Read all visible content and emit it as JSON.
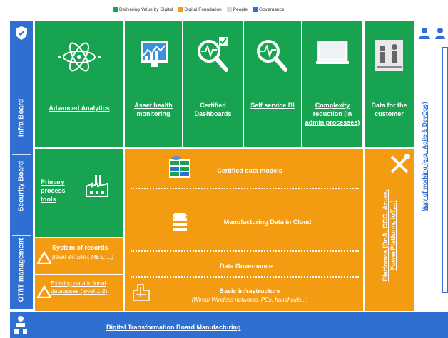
{
  "legend": [
    {
      "label": "Delivering Value by Digital",
      "color": "#17a34f"
    },
    {
      "label": "Digital Foundation",
      "color": "#f39c12"
    },
    {
      "label": "People",
      "color": "#d9d9d9"
    },
    {
      "label": "Governance",
      "color": "#2f6fd1"
    }
  ],
  "sidebar": {
    "infra": "Infra Board",
    "security": "Security Board",
    "otit": "OT/IT management"
  },
  "tiles": {
    "advanced_analytics": "Advanced Analytics",
    "asset_health": "Asset health monitoring",
    "certified_dashboards": "Certified Dashboards",
    "self_service": "Self service BI",
    "complexity": "Complexity reduction (in admin processes)",
    "data_customer": "Data for the customer",
    "primary_process": "Primary process tools",
    "certified_models": "Certified data models",
    "mfg_cloud": "Manufacturing Data in Cloud",
    "data_governance": "Data Governance",
    "basic_infra_title": "Basic infrastructure",
    "basic_infra_sub": "(Wired/ Wireless networks, PCs, handhelds...)",
    "system_records_title": "System of records",
    "system_records_sub": "(level 3+: ERP, MES, ...)",
    "existing_data": "Existing data in local databases (level 1-2)",
    "platforms": "Platforms (DnA, CCC, Azure, PowerPlatform, IoT,...)"
  },
  "people": {
    "way_of_working": "Way of working (e.g., Agile & DevOps)"
  },
  "bottom_bar": {
    "title": "Digital Transformation Board Manufacturing"
  },
  "colors": {
    "green": "#17a34f",
    "orange": "#f39c12",
    "blue": "#2f6fd1"
  }
}
